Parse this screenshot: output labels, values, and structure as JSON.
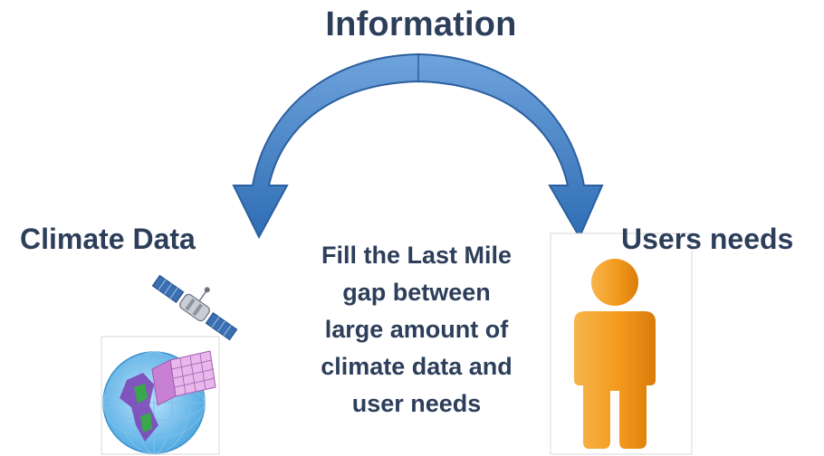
{
  "title": "Information",
  "left_label": "Climate Data",
  "right_label": "Users needs",
  "center_lines": [
    "Fill the Last Mile",
    "gap between",
    "large amount of",
    "climate data and",
    "user needs"
  ],
  "colors": {
    "text": "#2c3e5a",
    "arrow": "#4a86c8",
    "person": "#f39a1e"
  },
  "icons": {
    "arrow": "double-curved-arrow-icon",
    "satellite": "satellite-icon",
    "globe": "globe-grid-icon",
    "person": "person-icon"
  }
}
